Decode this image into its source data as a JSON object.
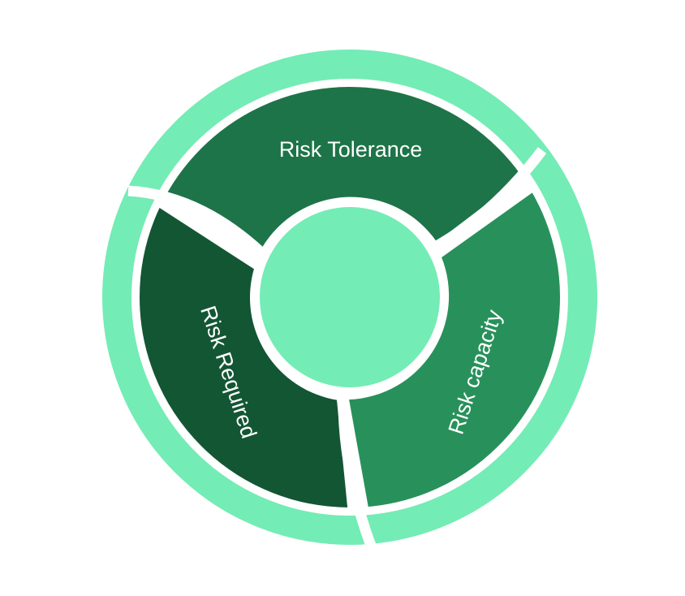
{
  "diagram": {
    "segments": [
      {
        "label": "Risk Tolerance",
        "color": "#1e7449"
      },
      {
        "label": "Risk capacity",
        "color": "#28915b"
      },
      {
        "label": "Risk Required",
        "color": "#135634"
      }
    ],
    "colors": {
      "outer_ring": "#74ecb5",
      "center_circle": "#74ecb5",
      "background": "#ffffff"
    }
  }
}
